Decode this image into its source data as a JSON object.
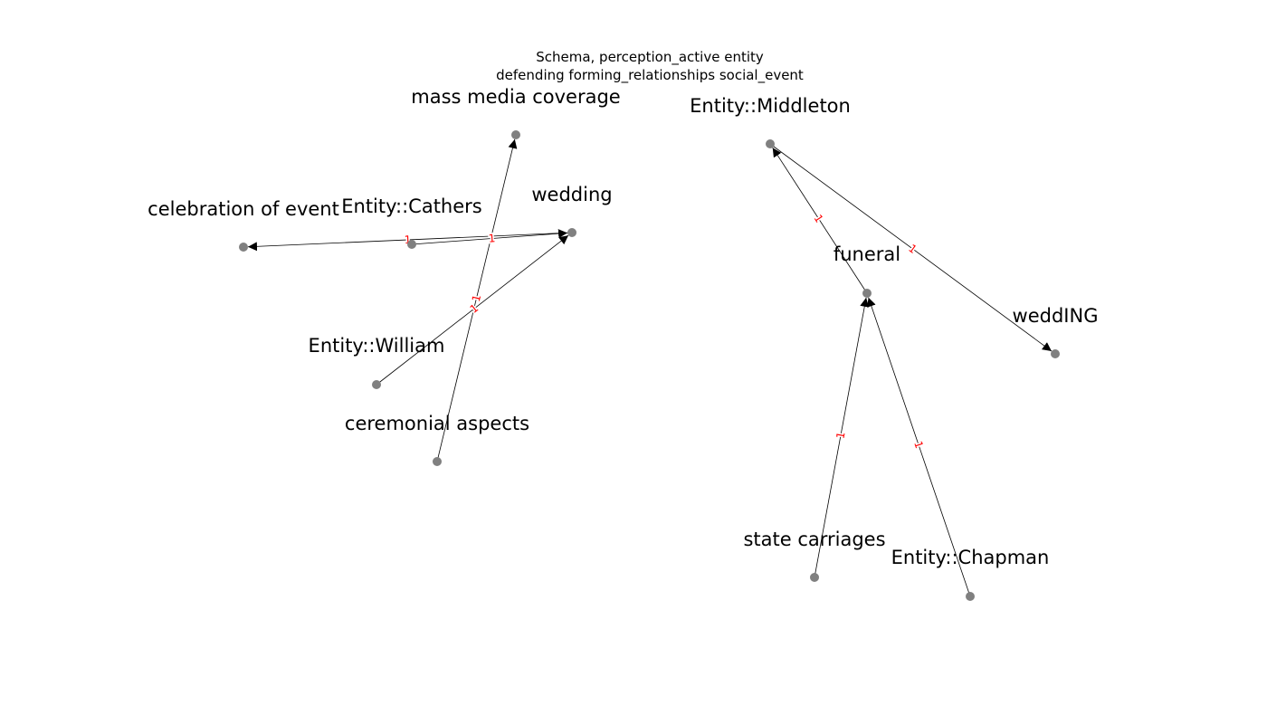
{
  "title": {
    "line1": "Schema, perception_active entity",
    "line2": "defending forming_relationships social_event"
  },
  "colors": {
    "node_fill": "#808080",
    "edge_stroke": "#000000",
    "edge_label": "#ff0000",
    "background": "#ffffff"
  },
  "nodes": [
    {
      "id": "mass_media_coverage",
      "label": "mass media coverage"
    },
    {
      "id": "celebration_of_event",
      "label": "celebration of event"
    },
    {
      "id": "entity_cathers",
      "label": "Entity::Cathers"
    },
    {
      "id": "wedding",
      "label": "wedding"
    },
    {
      "id": "entity_william",
      "label": "Entity::William"
    },
    {
      "id": "ceremonial_aspects",
      "label": "ceremonial aspects"
    },
    {
      "id": "entity_middleton",
      "label": "Entity::Middleton"
    },
    {
      "id": "funeral",
      "label": "funeral"
    },
    {
      "id": "wedding_caps",
      "label": "weddING"
    },
    {
      "id": "state_carriages",
      "label": "state carriages"
    },
    {
      "id": "entity_chapman",
      "label": "Entity::Chapman"
    }
  ],
  "edges": [
    {
      "source": "ceremonial_aspects",
      "target": "mass_media_coverage",
      "label": "1"
    },
    {
      "source": "wedding",
      "target": "celebration_of_event",
      "label": "1"
    },
    {
      "source": "entity_cathers",
      "target": "wedding",
      "label": "1"
    },
    {
      "source": "entity_william",
      "target": "wedding",
      "label": "1"
    },
    {
      "source": "funeral",
      "target": "entity_middleton",
      "label": "1"
    },
    {
      "source": "entity_middleton",
      "target": "wedding_caps",
      "label": "1"
    },
    {
      "source": "state_carriages",
      "target": "funeral",
      "label": "1"
    },
    {
      "source": "entity_chapman",
      "target": "funeral",
      "label": "1"
    }
  ]
}
